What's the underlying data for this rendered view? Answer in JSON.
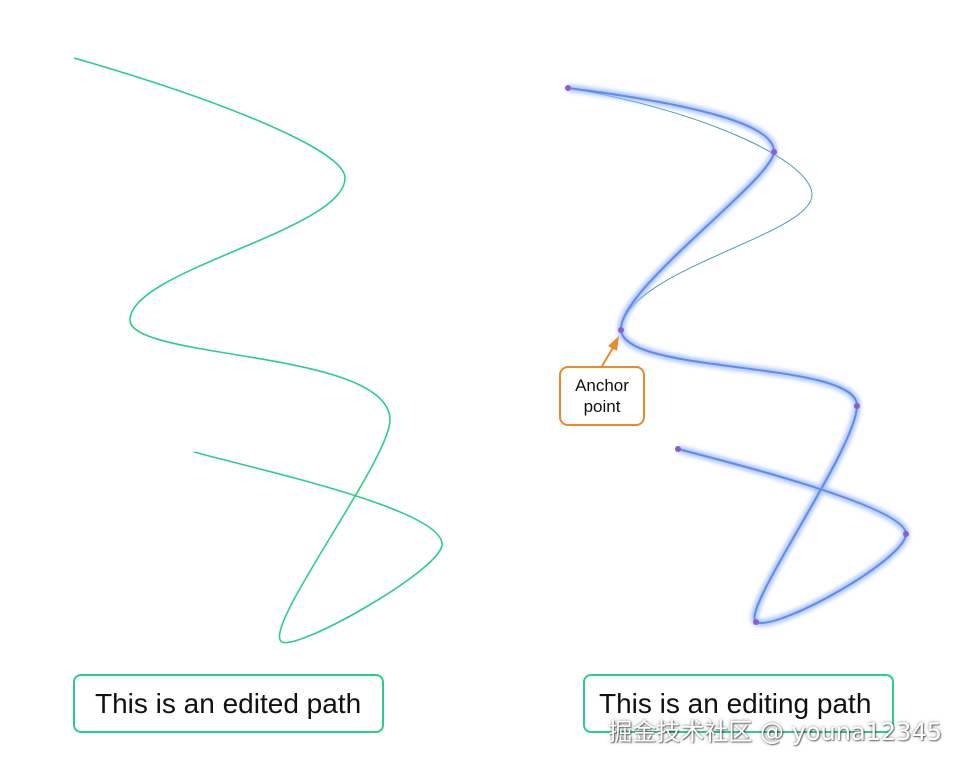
{
  "left_panel": {
    "caption": "This is an edited path",
    "stroke_color": "#2ecc8a"
  },
  "right_panel": {
    "caption": "This is an editing path",
    "callout": {
      "line1": "Anchor",
      "line2": "point",
      "border_color": "#e8892b"
    },
    "highlight_color": "#5b8def",
    "anchor_color": "#8a5cd6",
    "anchor_count": 7
  },
  "watermark": "掘金技术社区 @ youna12345"
}
